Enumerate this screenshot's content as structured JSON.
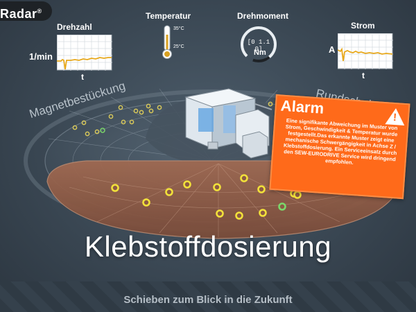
{
  "brand": {
    "name": "Radar",
    "mark": "®"
  },
  "metrics": {
    "speed": {
      "title": "Drehzahl",
      "unit": "1/min",
      "axis": "t"
    },
    "temperature": {
      "title": "Temperatur",
      "high": "35°C",
      "low": "25°C"
    },
    "torque": {
      "title": "Drehmoment",
      "value": "0 1.1 0",
      "unit": "Nm"
    },
    "current": {
      "title": "Strom",
      "unit": "A",
      "axis": "t"
    }
  },
  "zones": {
    "left": "Magnetbestückung",
    "right": "Rundschalttisch"
  },
  "alarm": {
    "title": "Alarm",
    "message": "Eine signifikante Abweichung im Muster von Strom, Geschwindigkeit & Temperatur wurde festgestellt.Das erkannte Muster zeigt eine mechanische Schwergängigkeit in Achse Z / Klebstoffdosierung. Ein Serviceeinsatz durch den SEW-EURODRIVE Service wird dringend empfohlen."
  },
  "station_title": "Klebstoffdosierung",
  "swipe_hint": "Schieben zum Blick in die Zukunft",
  "colors": {
    "alarm": "#ff6a1a",
    "sector": "#8c5a45",
    "marker_yellow": "#f2e13a",
    "marker_green": "#7bd86a"
  }
}
